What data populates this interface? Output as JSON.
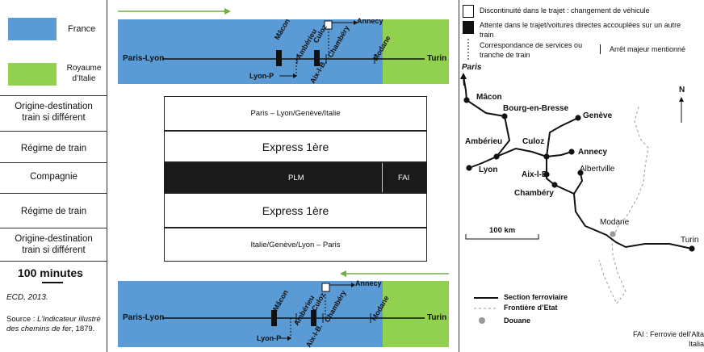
{
  "legend_left": {
    "france": "France",
    "italy": "Royaume d’Italie",
    "rows": [
      "Origine-destination train si différent",
      "Régime de train",
      "Compagnie",
      "Régime de train",
      "Origine-destination train si différent"
    ],
    "scale": "100 minutes",
    "credit": "ECD, 2013.",
    "source_label": "Source : ",
    "source_italic": "L’Indicateur illustré des chemins de fer",
    "source_year": ", 1879."
  },
  "center": {
    "od_top": "Paris – Lyon/Genève/Italie",
    "regime_top": "Express 1ère",
    "company_a": "PLM",
    "company_b": "FAI",
    "regime_bottom": "Express 1ère",
    "od_bottom": "Italie/Genève/Lyon – Paris"
  },
  "route_top": {
    "origin": "Paris-Lyon",
    "dest": "Turin",
    "stops": [
      "Mâcon",
      "Ambérieu",
      "Culoz",
      "Chambéry",
      "Modane"
    ],
    "aix": "Aix-l-B.",
    "lyon": "Lyon-P",
    "annecy": "Annecy"
  },
  "route_bottom": {
    "origin": "Paris-Lyon",
    "dest": "Turin",
    "stops": [
      "Mâcon",
      "Ambérieu",
      "Culoz",
      "Chambéry",
      "Modane"
    ],
    "aix": "Aix-l-B.",
    "lyon": "Lyon-P",
    "annecy": "Annecy"
  },
  "legend_right": {
    "discontinuity": "Discontinuité dans le trajet : changement de véhicule",
    "wait": "Attente dans le trajet/voitures directes accouplées sur un autre train",
    "correspondance": "Correspondance de services ou tranche de train",
    "major_stop": "Arrêt majeur mentionné"
  },
  "map": {
    "paris": "Paris",
    "north": "N",
    "cities": [
      "Mâcon",
      "Bourg-en-Bresse",
      "Genève",
      "Ambérieu",
      "Culoz",
      "Annecy",
      "Lyon",
      "Aix-l-B",
      "Albertville",
      "Chambéry",
      "Modane",
      "Turin"
    ],
    "scale": "100 km",
    "legend_rail": "Section ferroviaire",
    "legend_border": "Frontière d’Etat",
    "legend_customs": "Douane",
    "fai_note": "FAI : Ferrovie dell’Alta Italia"
  },
  "colors": {
    "france": "#5b9bd5",
    "italy": "#92d050",
    "company": "#1a1a1a",
    "arrow": "#70ad47"
  }
}
